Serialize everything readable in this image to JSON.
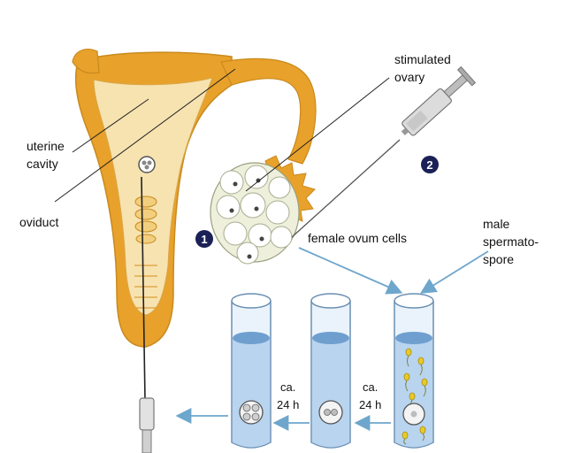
{
  "labels": {
    "stimulated_line1": "stimulated",
    "stimulated_line2": "ovary",
    "uterine_line1": "uterine",
    "uterine_line2": "cavity",
    "oviduct": "oviduct",
    "female_ovum": "female ovum cells",
    "male_line1": "male",
    "male_line2": "spermato-",
    "male_line3": "spore"
  },
  "steps": {
    "one": "1",
    "two": "2"
  },
  "incubation": {
    "first": {
      "line1": "ca.",
      "line2": "24 h"
    },
    "second": {
      "line1": "ca.",
      "line2": "24 h"
    }
  },
  "colors": {
    "uterus_orange": "#e8a12a",
    "uterus_inner": "#f7e3b0",
    "tube_liquid": "#b8d4ef",
    "badge": "#1a2157",
    "arrow": "#6ea6cc"
  },
  "icons": [
    "syringe-icon",
    "ovary-icon",
    "test-tube-icon",
    "embryo-icon",
    "catheter-icon",
    "sperm-icon"
  ]
}
